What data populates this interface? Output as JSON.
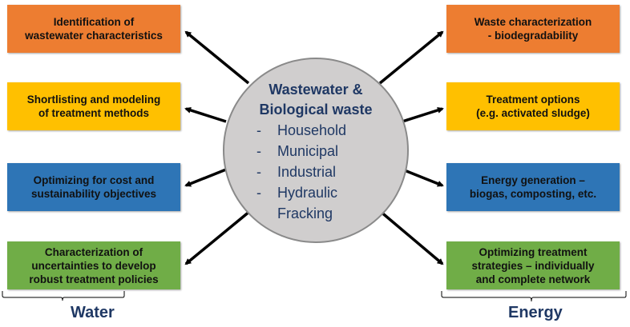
{
  "center": {
    "title": "Wastewater &\nBiological waste",
    "items": [
      "Household",
      "Municipal",
      "Industrial",
      "Hydraulic",
      "Fracking"
    ]
  },
  "water_boxes": [
    "Identification of\nwastewater characteristics",
    "Shortlisting and modeling\nof treatment methods",
    "Optimizing for cost and\nsustainability objectives",
    "Characterization of\nuncertainties to develop\nrobust treatment policies"
  ],
  "energy_boxes": [
    "Waste characterization\n- biodegradability",
    "Treatment options\n(e.g. activated sludge)",
    "Energy generation –\nbiogas, composting, etc.",
    "Optimizing treatment\nstrategies – individually\nand complete network"
  ],
  "groups": {
    "water": "Water",
    "energy": "Energy"
  },
  "colors": {
    "orange": "#ED7D31",
    "yellow": "#FFC000",
    "blue": "#2E75B6",
    "green": "#70AD47",
    "navy": "#1F3864"
  }
}
